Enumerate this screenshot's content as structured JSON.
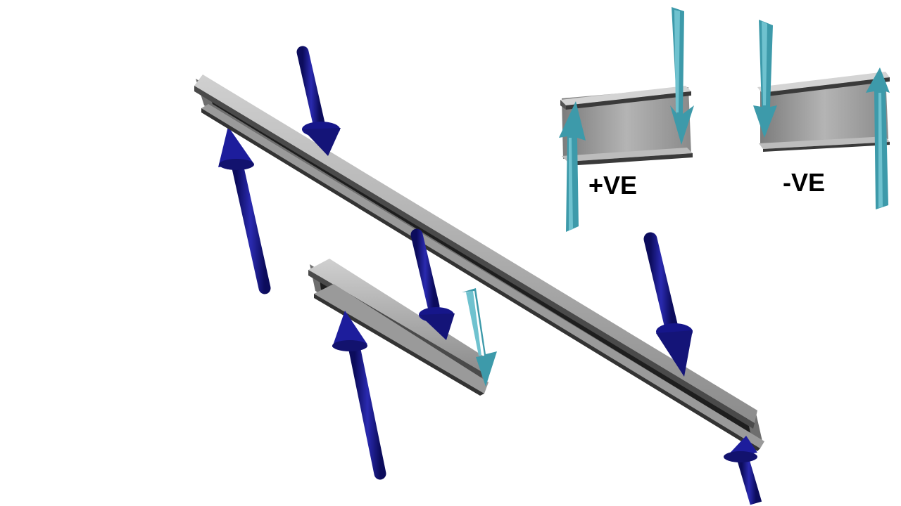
{
  "labels": {
    "positive": "+VE",
    "negative": "-VE"
  },
  "colors": {
    "load_arrow": "#141480",
    "shear_arrow": "#3d9aaa",
    "beam_light": "#b8b8b8",
    "beam_dark": "#2a2a2a"
  },
  "icons": [
    "i-beam",
    "load-arrow",
    "reaction-arrow",
    "shear-arrow"
  ]
}
